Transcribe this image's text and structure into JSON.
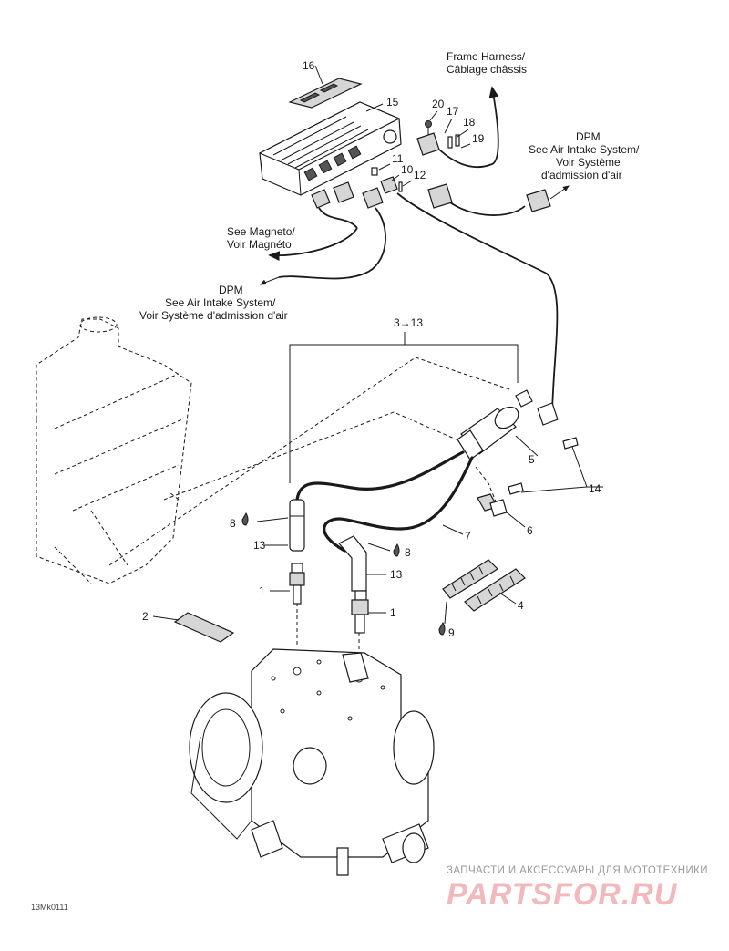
{
  "labels": {
    "frame_harness": [
      "Frame Harness/",
      "Câblage châssis"
    ],
    "dpm_top": [
      "DPM",
      "See Air Intake System/",
      "Voir Système",
      "d'admission d'air"
    ],
    "magneto": [
      "See Magneto/",
      "Voir Magnéto"
    ],
    "dpm_left": [
      "DPM",
      "See Air Intake System/",
      "Voir Système d'admission d'air"
    ]
  },
  "callouts": {
    "c16": "16",
    "c15": "15",
    "c20": "20",
    "c17": "17",
    "c18": "18",
    "c19": "19",
    "c11": "11",
    "c10": "10",
    "c12": "12",
    "c3_13": "3→13",
    "c5": "5",
    "c14": "14",
    "c6": "6",
    "c7": "7",
    "c8a": "8",
    "c8b": "8",
    "c13a": "13",
    "c13b": "13",
    "c1a": "1",
    "c1b": "1",
    "c2": "2",
    "c4": "4",
    "c9": "9"
  },
  "diagram_code": "13Mk0111",
  "watermark": {
    "line1": "ЗАПЧАСТИ И АКСЕССУАРЫ ДЛЯ МОТОТЕХНИКИ",
    "line2": "PARTSFOR.RU"
  },
  "icons": {
    "lubricant": "drop-icon",
    "direction": "arrow-icon"
  },
  "colors": {
    "line": "#1a1a1a",
    "watermark_text": "#9a9a9a",
    "watermark_logo": "#f2b9bd"
  }
}
